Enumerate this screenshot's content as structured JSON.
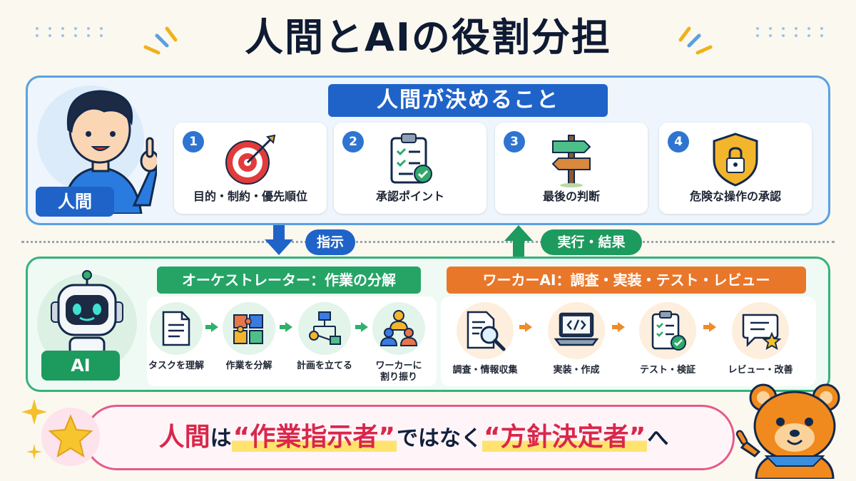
{
  "title": "人間とAIの役割分担",
  "human_section": {
    "banner": "人間が決めること",
    "tag": "人間",
    "cards": [
      {
        "num": "1",
        "label": "目的・制約・優先順位",
        "icon": "target-icon"
      },
      {
        "num": "2",
        "label": "承認ポイント",
        "icon": "checklist-icon"
      },
      {
        "num": "3",
        "label": "最後の判断",
        "icon": "signpost-icon"
      },
      {
        "num": "4",
        "label": "危険な操作の承認",
        "icon": "shield-lock-icon"
      }
    ]
  },
  "flow": {
    "down_label": "指示",
    "up_label": "実行・結果"
  },
  "ai_section": {
    "tag": "AI",
    "orchestrator_banner": "オーケストレーター：作業の分解",
    "worker_banner": "ワーカーAI：調査・実装・テスト・レビュー",
    "orchestrator_steps": [
      {
        "label": "タスクを理解",
        "icon": "document-icon"
      },
      {
        "label": "作業を分解",
        "icon": "puzzle-icon"
      },
      {
        "label": "計画を立てる",
        "icon": "flowchart-icon"
      },
      {
        "label": "ワーカーに\n割り振り",
        "icon": "team-icon"
      }
    ],
    "worker_steps": [
      {
        "label": "調査・情報収集",
        "icon": "search-document-icon"
      },
      {
        "label": "実装・作成",
        "icon": "code-laptop-icon"
      },
      {
        "label": "テスト・検証",
        "icon": "checklist-icon"
      },
      {
        "label": "レビュー・改善",
        "icon": "chat-star-icon"
      }
    ]
  },
  "message": {
    "p1": "人間",
    "p2": "は",
    "p3": "“作業指示者”",
    "p4": "ではなく",
    "p5": "“方針決定者”",
    "p6": "へ"
  },
  "colors": {
    "human_blue": "#1f63c9",
    "ai_green": "#25a466",
    "worker_orange": "#e9772a",
    "accent_red": "#d9274b"
  }
}
